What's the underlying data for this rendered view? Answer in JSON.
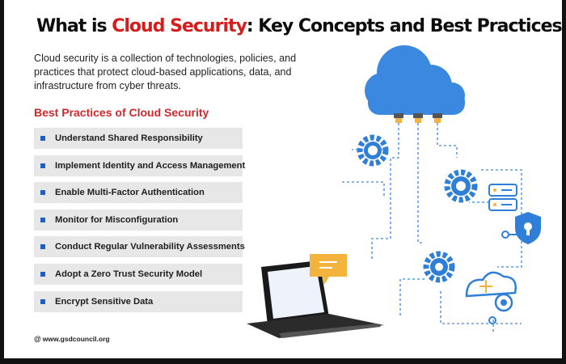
{
  "top_logo": "",
  "title": {
    "prefix": "What is ",
    "highlight": "Cloud Security",
    "suffix": ": Key Concepts and Best Practices"
  },
  "intro": "Cloud security is a collection of technologies, policies, and practices that protect cloud-based applications, data, and infrastructure from cyber threats.",
  "best_practices": {
    "heading": "Best Practices of Cloud Security",
    "items": [
      "Understand Shared Responsibility",
      "Implement Identity and Access Management",
      "Enable Multi-Factor Authentication",
      "Monitor for Misconfiguration",
      "Conduct Regular Vulnerability Assessments",
      "Adopt a Zero Trust Security Model",
      "Encrypt Sensitive Data"
    ]
  },
  "footer": {
    "symbol": "@",
    "url": "www.gsdcouncil.org"
  },
  "colors": {
    "highlight": "#d81b1b",
    "heading": "#d0282b",
    "bullet": "#1f5fc4",
    "cloud": "#3b88e0",
    "gear": "#2f7fd8",
    "accent": "#f3b33d"
  },
  "icons": [
    "cloud-icon",
    "gear-icon",
    "server-icon",
    "shield-lock-icon",
    "laptop-icon",
    "chat-bubble-icon",
    "cloud-network-icon"
  ]
}
